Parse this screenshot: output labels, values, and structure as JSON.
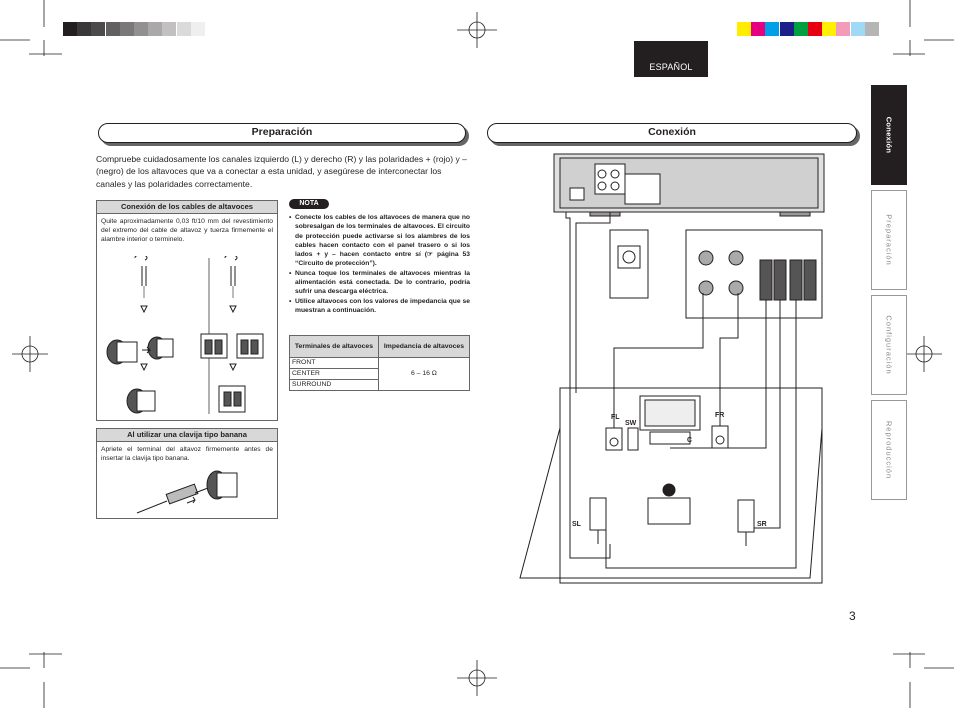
{
  "language_tab": "ESPAÑOL",
  "gray_swatches": [
    "#231f20",
    "#3b3839",
    "#4d4a4b",
    "#626061",
    "#7a7879",
    "#929091",
    "#aaa8a9",
    "#c2c0c1",
    "#dadada",
    "#efefef"
  ],
  "color_swatches": [
    "#ffed00",
    "#e4007f",
    "#00a0e9",
    "#1d2088",
    "#00a040",
    "#e60012",
    "#fff100",
    "#f29cb9",
    "#9fd9f6",
    "#b5b5b6"
  ],
  "headers": {
    "left": "Preparación",
    "right": "Conexión"
  },
  "side_tabs": [
    {
      "label": "Conexión",
      "active": true
    },
    {
      "label": "Preparación",
      "active": false
    },
    {
      "label": "Configuración",
      "active": false
    },
    {
      "label": "Reproducción",
      "active": false
    }
  ],
  "intro_text": "Compruebe cuidadosamente los canales izquierdo (L) y derecho (R) y las polaridades + (rojo) y – (negro) de los altavoces que va a conectar a esta unidad, y asegúrese de interconectar los canales y las polaridades correctamente.",
  "cable_box": {
    "title": "Conexión de los cables de altavoces",
    "text": "Quite aproximadamente 0,03 ft/10 mm del revestimiento del extremo del cable de altavoz y tuerza firmemente el alambre interior o terminelo."
  },
  "banana_box": {
    "title": "Al utilizar una clavija tipo banana",
    "text": "Apriete el terminal del altavoz firmemente antes de insertar la clavija tipo banana."
  },
  "nota": {
    "badge": "NOTA",
    "items": [
      "Conecte los cables de los altavoces de manera que no sobresalgan de los terminales de altavoces. El circuito de protección puede activarse si los alambres de los cables hacen contacto con el panel trasero o si los lados + y – hacen contacto entre sí (☞ página 53 “Circuito de protección”).",
      "Nunca toque los terminales de altavoces mientras la alimentación está conectada. De lo contrario, podría sufrir una descarga eléctrica.",
      "Utilice altavoces con los valores de impedancia que se muestran a continuación."
    ]
  },
  "impedance_table": {
    "headers": [
      "Terminales de altavoces",
      "Impedancia de altavoces"
    ],
    "rows": [
      "FRONT",
      "CENTER",
      "SURROUND"
    ],
    "value": "6 – 16 Ω"
  },
  "speakers": {
    "fl": "FL",
    "fr": "FR",
    "sw": "SW",
    "c": "C",
    "sl": "SL",
    "sr": "SR"
  },
  "page_number": "3"
}
